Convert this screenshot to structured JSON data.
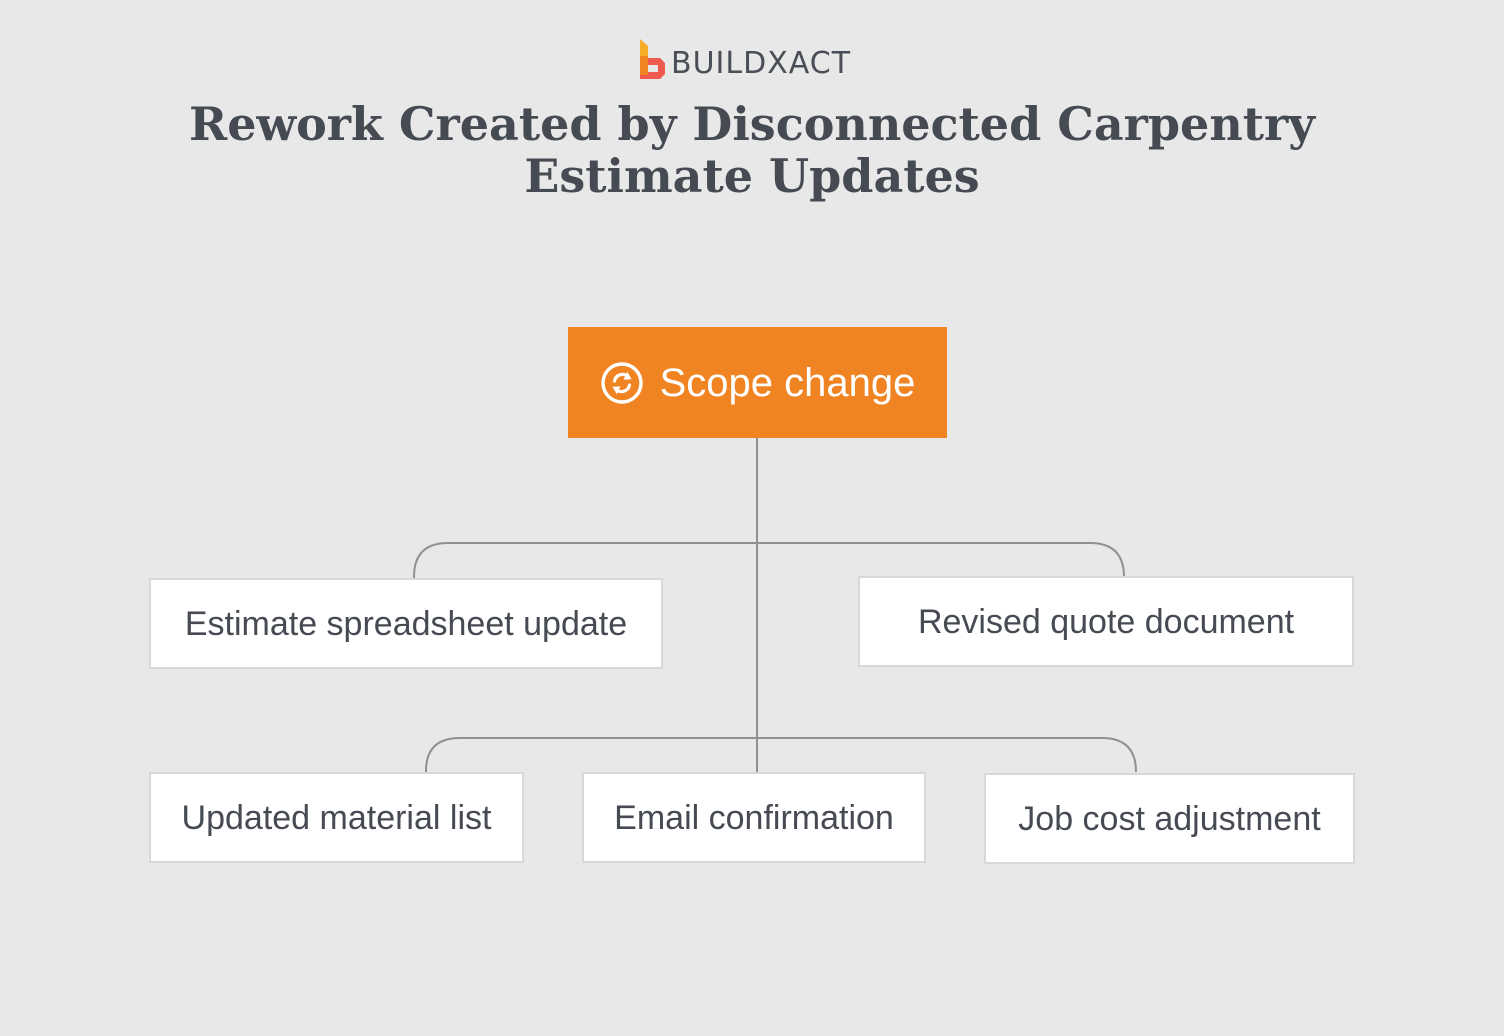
{
  "brand": {
    "name": "BUILDXACT",
    "colors": {
      "mark": [
        "#ee5a4f",
        "#f18422",
        "#f5ad2a"
      ]
    }
  },
  "title": {
    "line1": "Rework Created by Disconnected Carpentry",
    "line2": "Estimate Updates"
  },
  "root": {
    "label": "Scope change",
    "icon": "refresh-cycle-icon",
    "color": "#f18422"
  },
  "children": [
    {
      "label": "Estimate spreadsheet update"
    },
    {
      "label": "Revised quote document"
    },
    {
      "label": "Updated material list"
    },
    {
      "label": "Email confirmation"
    },
    {
      "label": "Job cost adjustment"
    }
  ],
  "colors": {
    "background": "#e7e8e7",
    "text": "#464a52",
    "connector": "#8e9092",
    "box_border": "#d7d8d8"
  }
}
